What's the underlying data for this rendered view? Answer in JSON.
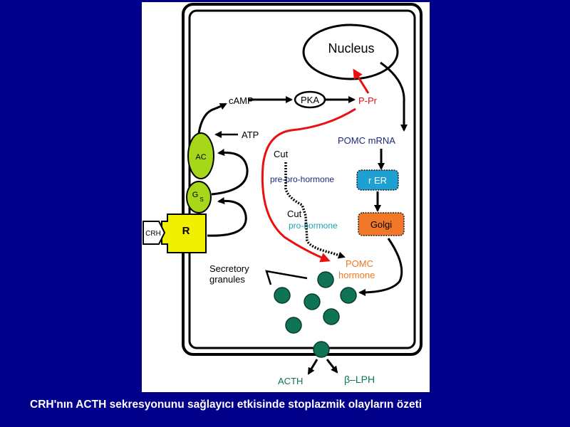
{
  "diagram": {
    "nucleus": "Nucleus",
    "camp": "cAMP",
    "pka": "PKA",
    "p_pr": "P-Pr",
    "atp": "ATP",
    "ac": "AC",
    "gs_main": "G",
    "gs_sub": "S",
    "receptor": "R",
    "crh": "CRH",
    "pomc_mrna": "POMC mRNA",
    "cut_1": "Cut",
    "cut_2": "Cut",
    "pre_pro_hormone": "pre-pro-hormone",
    "rer": "r ER",
    "pro_hormone": "pro-hormone",
    "golgi": "Golgi",
    "pomc_hormone_line1": "POMC",
    "pomc_hormone_line2": "hormone",
    "secretory_line1": "Secretory",
    "secretory_line2": "granules",
    "acth": "ACTH",
    "beta_lph": "β–LPH"
  },
  "colors": {
    "slide_background": "#00008b",
    "ac_gs": "#a6d719",
    "receptor": "#f0f000",
    "rer": "#1ea0d2",
    "golgi": "#f07828",
    "granule": "#0f7355",
    "red_arrow": "#e81010",
    "dark_blue_text": "#1a2a7a",
    "teal_text": "#1aa0b4",
    "orange_text": "#f07820"
  },
  "caption": "CRH'nın ACTH sekresyonunu sağlayıcı etkisinde stoplazmik olayların özeti"
}
